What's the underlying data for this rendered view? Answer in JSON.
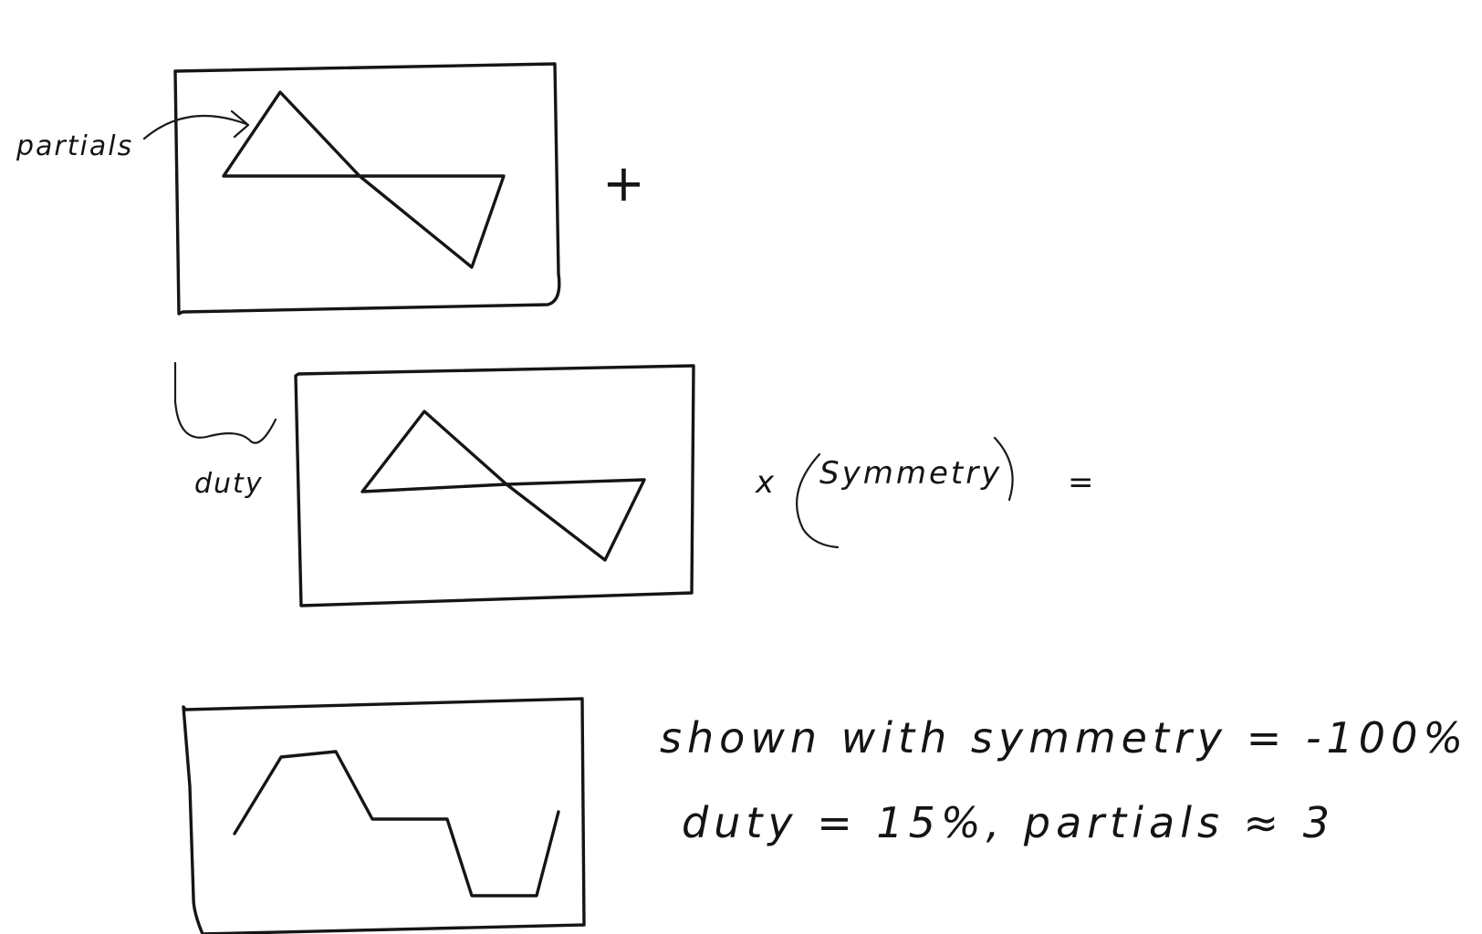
{
  "labels": {
    "partials": "partials",
    "duty": "duty",
    "symmetry": "Symmetry",
    "plus": "+",
    "times": "x",
    "equals": "="
  },
  "caption": {
    "line1": "shown with symmetry = -100%",
    "line2": "duty = 15%, partials ≈ 3"
  }
}
